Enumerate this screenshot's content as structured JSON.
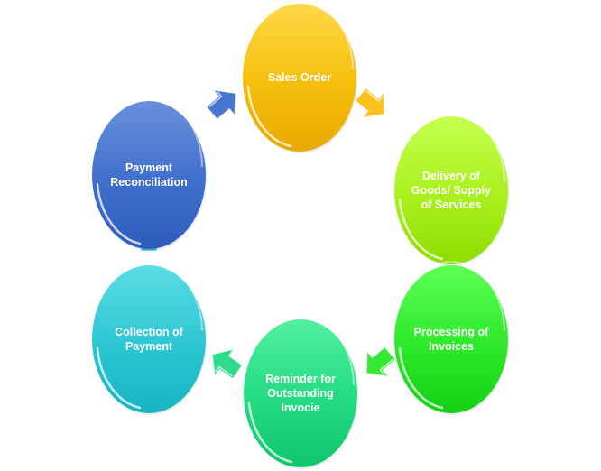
{
  "diagram": {
    "type": "cycle",
    "direction": "clockwise",
    "nodes": [
      {
        "id": "sales-order",
        "lines": [
          "Sales Order"
        ],
        "color": "#F5BE0B",
        "light": "#FFD84A",
        "dark": "#E8A800"
      },
      {
        "id": "delivery",
        "lines": [
          "Delivery of",
          "Goods/ Supply",
          "of Services"
        ],
        "color": "#A8F01C",
        "light": "#C6FF4E",
        "dark": "#8EDC00"
      },
      {
        "id": "processing",
        "lines": [
          "Processing of",
          "Invoices"
        ],
        "color": "#2EE82A",
        "light": "#5CFF55",
        "dark": "#14D014"
      },
      {
        "id": "reminder",
        "lines": [
          "Reminder for",
          "Outstanding",
          "Invocie"
        ],
        "color": "#22DB80",
        "light": "#52F0A0",
        "dark": "#10C66C"
      },
      {
        "id": "collection",
        "lines": [
          "Collection of",
          "Payment"
        ],
        "color": "#2CC6D2",
        "light": "#5ADCE4",
        "dark": "#18B4C2"
      },
      {
        "id": "payment-reconciliation",
        "lines": [
          "Payment",
          "Reconciliation"
        ],
        "color": "#3F6FCC",
        "light": "#6A90DC",
        "dark": "#2E5CBE"
      }
    ],
    "arrows": [
      {
        "from": "sales-order",
        "to": "delivery",
        "color": "#F8C21A"
      },
      {
        "from": "delivery",
        "to": "processing",
        "color": "#A8F01C"
      },
      {
        "from": "processing",
        "to": "reminder",
        "color": "#34E836"
      },
      {
        "from": "reminder",
        "to": "collection",
        "color": "#2EDB8A"
      },
      {
        "from": "collection",
        "to": "payment-reconciliation",
        "color": "#2CC8D2"
      },
      {
        "from": "payment-reconciliation",
        "to": "sales-order",
        "color": "#4676D0"
      }
    ]
  }
}
